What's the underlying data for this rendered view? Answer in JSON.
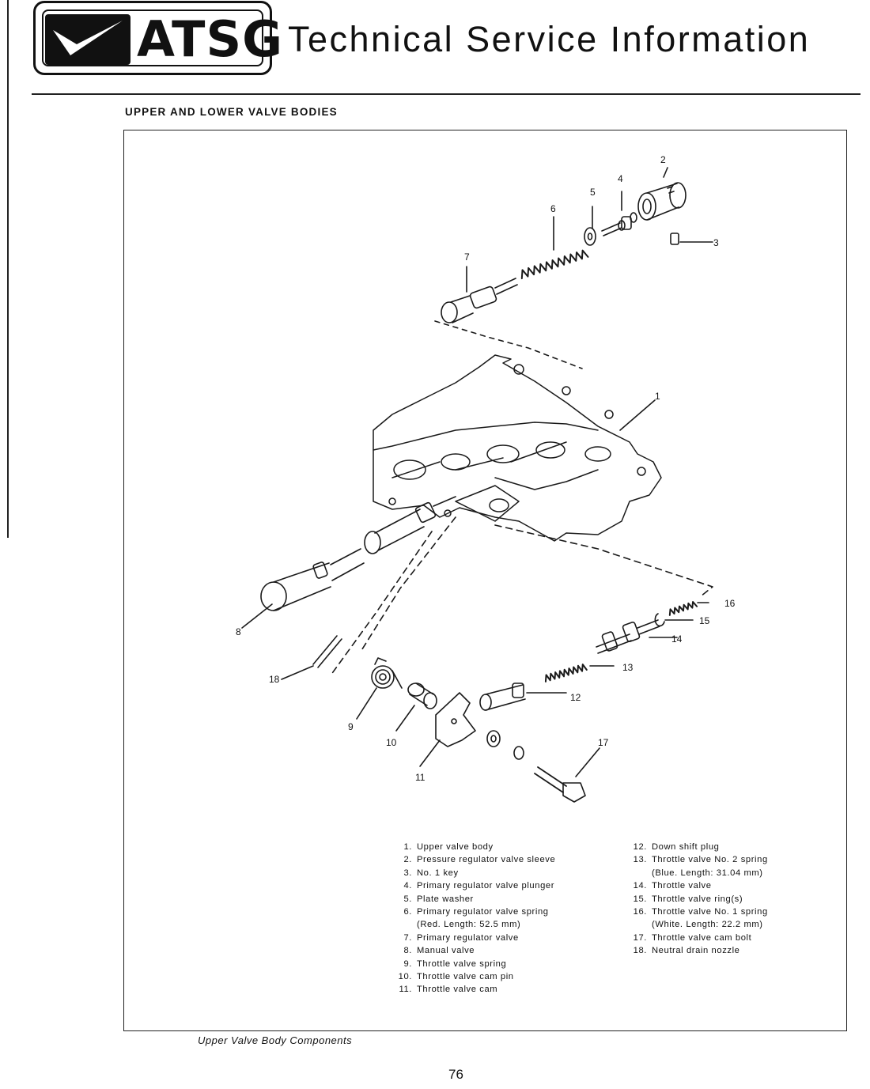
{
  "header": {
    "logo_text": "ATSG",
    "title": "Technical Service Information"
  },
  "section_title": "UPPER AND LOWER VALVE BODIES",
  "diagram": {
    "callouts": [
      "1",
      "2",
      "3",
      "4",
      "5",
      "6",
      "7",
      "8",
      "9",
      "10",
      "11",
      "12",
      "13",
      "14",
      "15",
      "16",
      "17",
      "18"
    ]
  },
  "legend_left": [
    {
      "num": "1.",
      "text": "Upper valve body"
    },
    {
      "num": "2.",
      "text": "Pressure regulator valve sleeve"
    },
    {
      "num": "3.",
      "text": "No. 1 key"
    },
    {
      "num": "4.",
      "text": "Primary regulator valve plunger"
    },
    {
      "num": "5.",
      "text": "Plate washer"
    },
    {
      "num": "6.",
      "text": "Primary regulator valve spring",
      "sub": "(Red. Length: 52.5 mm)"
    },
    {
      "num": "7.",
      "text": "Primary regulator valve"
    },
    {
      "num": "8.",
      "text": "Manual valve"
    },
    {
      "num": "9.",
      "text": "Throttle valve spring"
    },
    {
      "num": "10.",
      "text": "Throttle valve cam pin"
    },
    {
      "num": "11.",
      "text": "Throttle valve cam"
    }
  ],
  "legend_right": [
    {
      "num": "12.",
      "text": "Down shift plug"
    },
    {
      "num": "13.",
      "text": "Throttle valve No. 2 spring",
      "sub": "(Blue. Length: 31.04 mm)"
    },
    {
      "num": "14.",
      "text": "Throttle valve"
    },
    {
      "num": "15.",
      "text": "Throttle valve ring(s)"
    },
    {
      "num": "16.",
      "text": "Throttle valve No. 1 spring",
      "sub": "(White. Length: 22.2 mm)"
    },
    {
      "num": "17.",
      "text": "Throttle valve cam bolt"
    },
    {
      "num": "18.",
      "text": "Neutral drain nozzle"
    }
  ],
  "caption": "Upper Valve Body Components",
  "page_number": "76"
}
